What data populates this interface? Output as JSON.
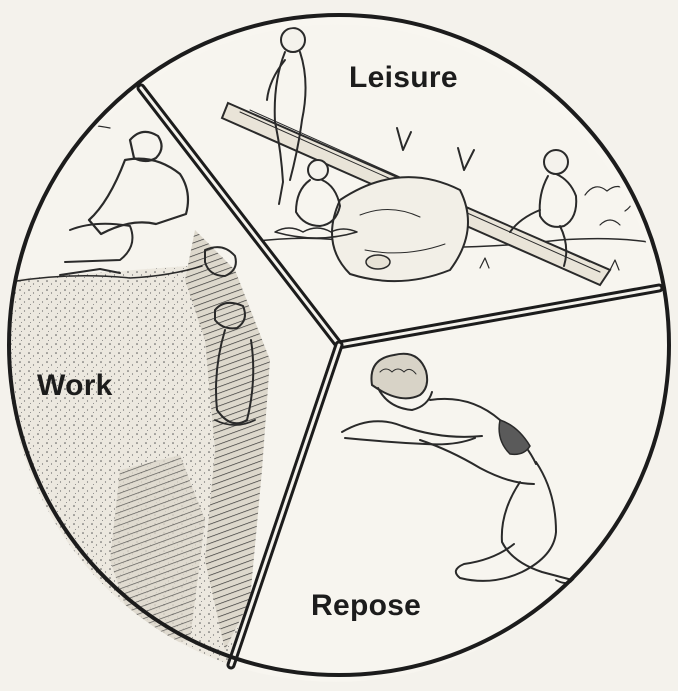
{
  "diagram": {
    "segments": [
      {
        "label": "Leisure",
        "icon": "seesaw-play-scene"
      },
      {
        "label": "Work",
        "icon": "rock-climbing-scene"
      },
      {
        "label": "Repose",
        "icon": "sleeping-person-scene"
      }
    ],
    "colors": {
      "paper": "#f4f2ec",
      "ink": "#2a2a2a",
      "frame": "#1c1c1c"
    }
  }
}
